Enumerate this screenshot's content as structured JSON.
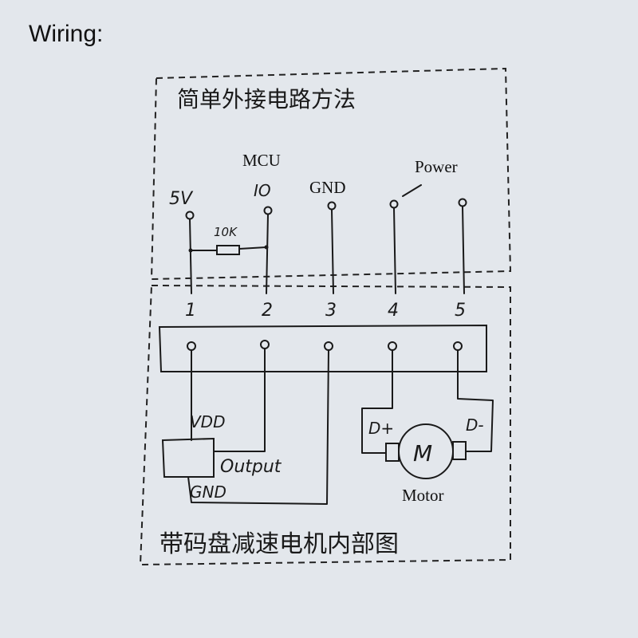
{
  "heading": "Wiring:",
  "external_circuit": {
    "title": "简单外接电路方法",
    "labels": {
      "v5": "5V",
      "mcu": "MCU",
      "mcu_pin": "IO",
      "gnd": "GND",
      "power": "Power",
      "resistor": "10K"
    }
  },
  "pins": [
    "1",
    "2",
    "3",
    "4",
    "5"
  ],
  "internal": {
    "title": "带码盘减速电机内部图",
    "encoder": {
      "vdd": "VDD",
      "output": "Output",
      "gnd": "GND"
    },
    "motor": {
      "dplus": "D+",
      "dminus": "D-",
      "symbol": "M",
      "caption": "Motor"
    }
  }
}
